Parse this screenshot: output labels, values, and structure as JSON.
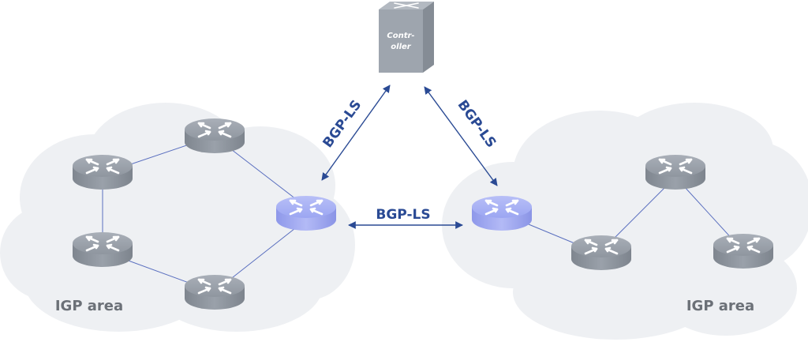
{
  "controller": {
    "label_line1": "Contr-",
    "label_line2": "oller"
  },
  "links": {
    "left_link_label": "BGP-LS",
    "right_link_label": "BGP-LS",
    "peer_link_label": "BGP-LS"
  },
  "areas": {
    "left_label": "IGP area",
    "right_label": "IGP area"
  },
  "colors": {
    "background": "#ffffff",
    "cloud": "#eef0f3",
    "router_gray": "#939aa4",
    "router_border_router": "#aab2f4",
    "arrow_blue": "#2a4a94",
    "topology_line": "#5a6fbf",
    "area_label": "#6b7077"
  },
  "icons": [
    "router-icon",
    "controller-server-icon",
    "cloud-shape"
  ]
}
